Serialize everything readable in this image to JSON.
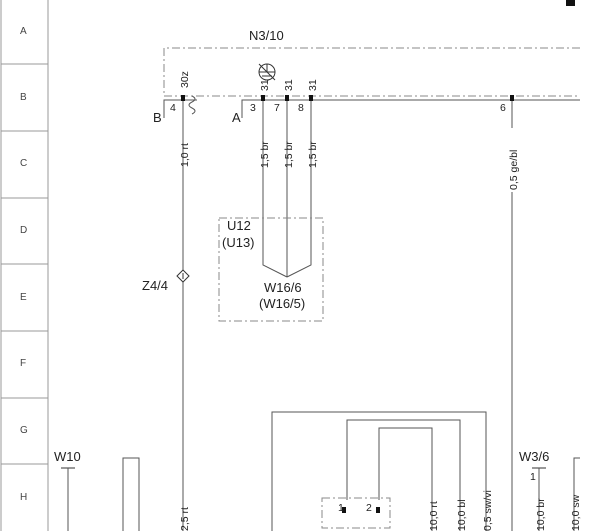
{
  "row_labels": [
    "A",
    "B",
    "C",
    "D",
    "E",
    "F",
    "G",
    "H"
  ],
  "components": {
    "ecu": "N3/10",
    "connector_b": "B",
    "connector_a": "A",
    "u12": "U12",
    "u13": "(U13)",
    "w16_6": "W16/6",
    "w16_5": "(W16/5)",
    "z4_4": "Z4/4",
    "w10": "W10",
    "w3_6": "W3/6",
    "w3_6_pin": "1"
  },
  "pins": [
    {
      "num": "4",
      "signal": "30z"
    },
    {
      "num": "3",
      "signal": "31"
    },
    {
      "num": "7",
      "signal": "31"
    },
    {
      "num": "8",
      "signal": "31"
    },
    {
      "num": "6",
      "signal": ""
    }
  ],
  "wires_upper": [
    {
      "label": "1,0 rt"
    },
    {
      "label": "1,5 br"
    },
    {
      "label": "1,5 br"
    },
    {
      "label": "1,5 br"
    },
    {
      "label": "0,5 ge/bl"
    }
  ],
  "wires_lower": [
    {
      "label": "2,5 rt"
    },
    {
      "label": "10,0 rt"
    },
    {
      "label": "10,0 bl"
    },
    {
      "label": "0,5 sw/vi"
    },
    {
      "label": "10,0 br"
    },
    {
      "label": "10,0 sw"
    }
  ],
  "relay_pins": [
    "1",
    "2"
  ]
}
